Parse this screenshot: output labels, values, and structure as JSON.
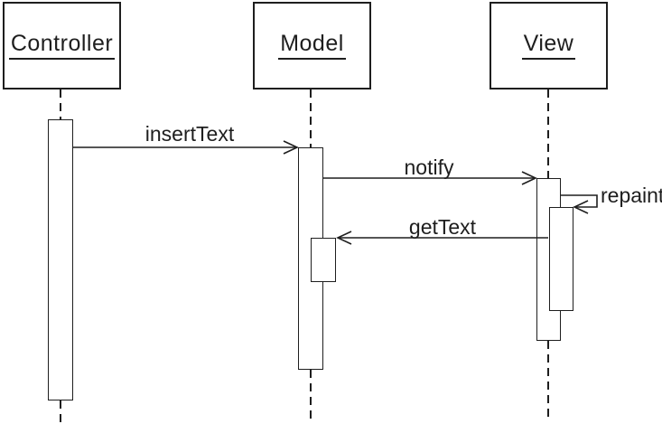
{
  "diagram": {
    "type": "uml-sequence-diagram",
    "background_color": "#ffffff",
    "line_color": "#1e1e1e",
    "actors": [
      {
        "id": "controller",
        "label": "Controller"
      },
      {
        "id": "model",
        "label": "Model"
      },
      {
        "id": "view",
        "label": "View"
      }
    ],
    "messages": [
      {
        "label": "insertText",
        "from": "Controller",
        "to": "Model",
        "direction": "right"
      },
      {
        "label": "notify",
        "from": "Model",
        "to": "View",
        "direction": "right"
      },
      {
        "label": "repaint",
        "from": "View",
        "to": "View",
        "direction": "self"
      },
      {
        "label": "getText",
        "from": "View",
        "to": "Model",
        "direction": "left"
      }
    ]
  }
}
